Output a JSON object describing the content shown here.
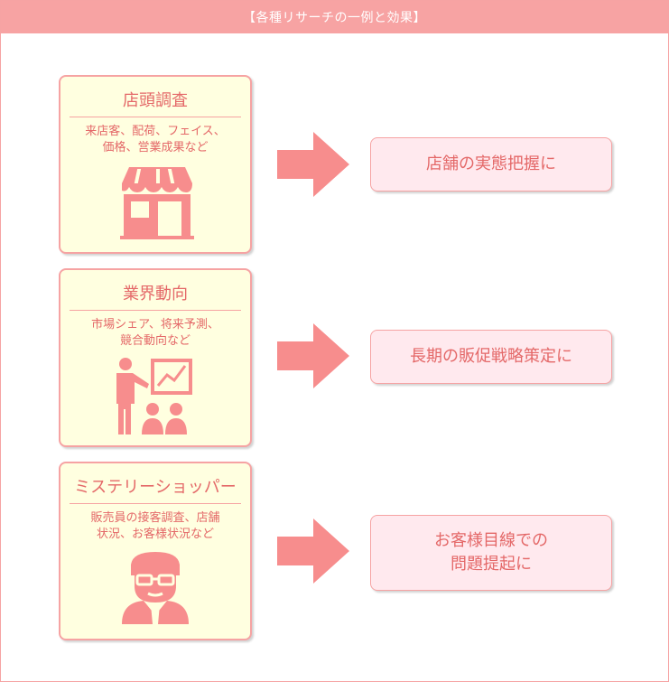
{
  "header": {
    "title": "【各種リサーチの一例と効果】"
  },
  "rows": [
    {
      "title": "店頭調査",
      "desc_line1": "来店客、配荷、フェイス、",
      "desc_line2": "価格、営業成果など",
      "icon": "storefront-icon",
      "result_line1": "店舗の実態把握に",
      "result_line2": ""
    },
    {
      "title": "業界動向",
      "desc_line1": "市場シェア、将来予測、",
      "desc_line2": "競合動向など",
      "icon": "presentation-icon",
      "result_line1": "長期の販促戦略策定に",
      "result_line2": ""
    },
    {
      "title": "ミステリーショッパー",
      "desc_line1": "販売員の接客調査、店舗",
      "desc_line2": "状況、お客様状況など",
      "icon": "shopper-person-icon",
      "result_line1": "お客様目線での",
      "result_line2": "問題提起に"
    }
  ],
  "colors": {
    "header_bg": "#f7a3a3",
    "card_bg": "#ffffe0",
    "card_border": "#f6a3a3",
    "text": "#e46868",
    "arrow": "#f78d8d",
    "result_bg": "#ffe9ee"
  }
}
